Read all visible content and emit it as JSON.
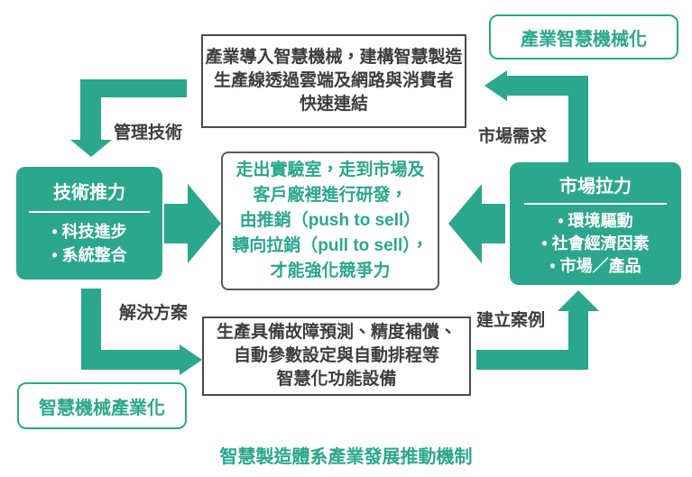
{
  "colors": {
    "green": "#2AA78C",
    "dark_text": "#3d3d3d"
  },
  "bullet": "•",
  "top_right_tag": {
    "label": "產業智慧機械化"
  },
  "top_box": {
    "lines": [
      "產業導入智慧機械，建構智慧製造",
      "生產線透過雲端及網路與消費者",
      "快速連結"
    ]
  },
  "left_box": {
    "title": "技術推力",
    "items": [
      "科技進步",
      "系統整合"
    ]
  },
  "right_box": {
    "title": "市場拉力",
    "items": [
      "環境驅動",
      "社會經濟因素",
      "市場／產品"
    ]
  },
  "center_box": {
    "lines": [
      "走出實驗室，走到市場及",
      "客戶廠裡進行研發，",
      "由推銷（push to sell）",
      "轉向拉銷（pull to sell），",
      "才能強化競爭力"
    ]
  },
  "bottom_box": {
    "lines": [
      "生產具備故障預測、精度補償、",
      "自動參數設定與自動排程等",
      "智慧化功能設備"
    ]
  },
  "bottom_left_tag": {
    "label": "智慧機械產業化"
  },
  "labels": {
    "top_left": "管理技術",
    "top_right": "市場需求",
    "bottom_left": "解決方案",
    "bottom_right": "建立案例"
  },
  "caption": "智慧製造體系產業發展推動機制"
}
